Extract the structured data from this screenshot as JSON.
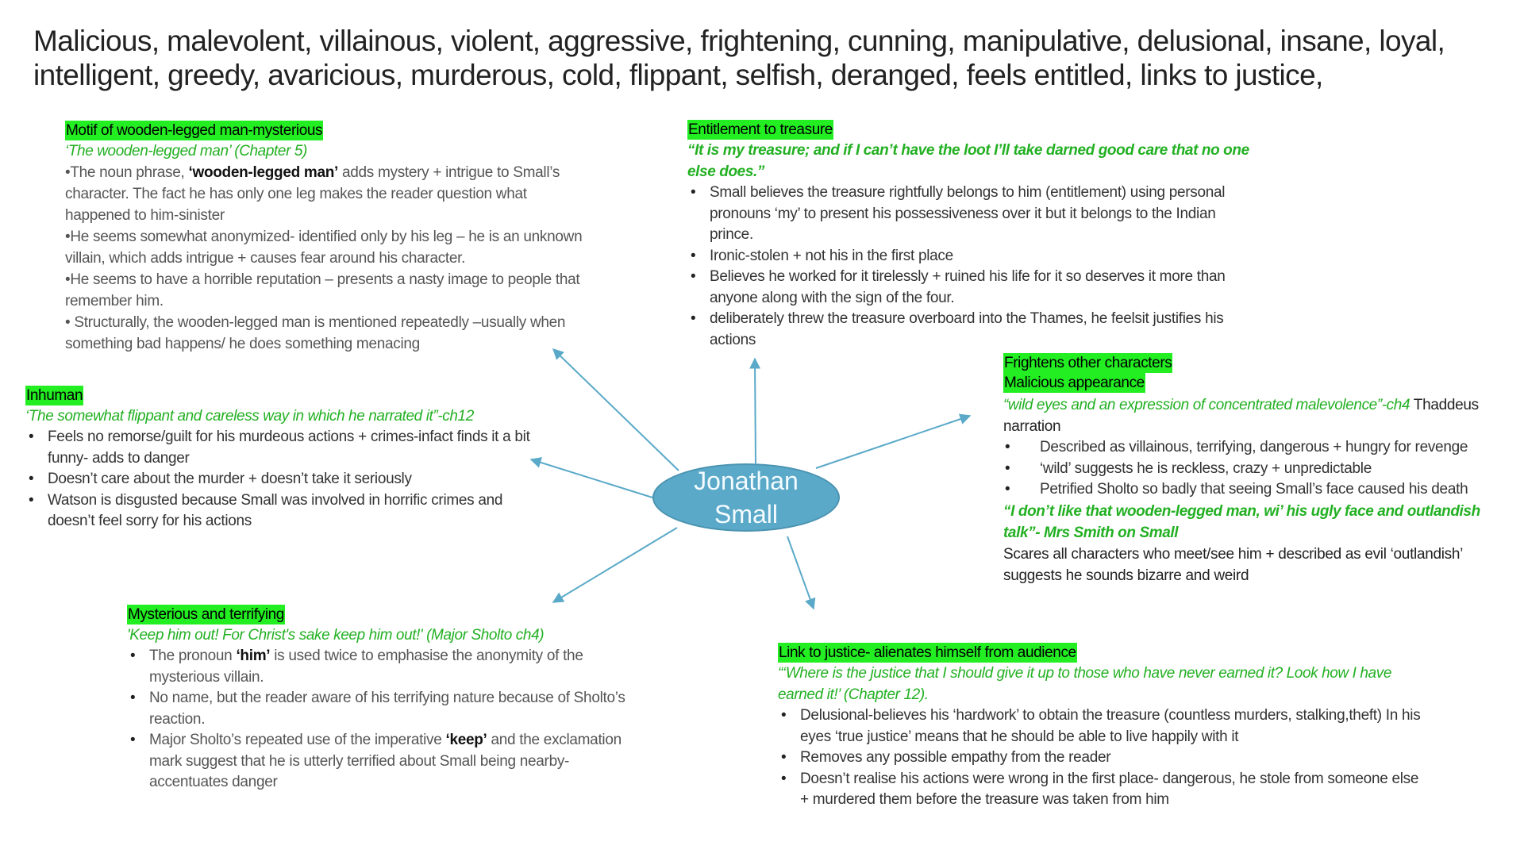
{
  "title": "Malicious, malevolent, villainous, violent, aggressive, frightening, cunning, manipulative, delusional, insane, loyal, intelligent, greedy, avaricious, murderous, cold, flippant, selfish, deranged, feels entitled, links to justice,",
  "center": {
    "line1": "Jonathan",
    "line2": "Small"
  },
  "motif": {
    "header": "Motif of wooden-legged man-mysterious",
    "quote": "‘The wooden-legged man’ (Chapter 5)",
    "bullets": [
      {
        "pre": "•The noun phrase, ",
        "hl": "‘wooden-legged man’",
        "post": " adds mystery + intrigue to Small’s character. The fact he has only one leg makes the reader question what happened to him-sinister"
      },
      {
        "pre": "•He seems somewhat anonymized- identified only by his leg – he is an unknown villain, which adds intrigue + causes fear around his character.",
        "hl": "",
        "post": ""
      },
      {
        "pre": "•He seems to have a horrible reputation – presents a nasty image to people that remember him.",
        "hl": "",
        "post": ""
      },
      {
        "pre": "• Structurally, the wooden-legged man is mentioned repeatedly –usually when something bad happens/ he does something menacing",
        "hl": "",
        "post": ""
      }
    ]
  },
  "entitlement": {
    "header": "Entitlement to treasure",
    "quote": "“It is my treasure; and if I can’t have the loot I’ll take darned good care that no one else does.”",
    "bullets": [
      "Small believes the treasure rightfully belongs to him (entitlement)  using personal pronouns ‘my’ to present his possessiveness over it  but it belongs to the Indian prince.",
      "Ironic-stolen + not his in the first place",
      " Believes he worked for it tirelessly + ruined his life for it so deserves it more than anyone along with the sign of the four.",
      "deliberately threw the treasure overboard into the Thames, he feelsit justifies his actions"
    ]
  },
  "inhuman": {
    "header": "Inhuman",
    "quote": "‘The somewhat flippant and careless way in which he narrated it”-ch12",
    "bullets": [
      "Feels no remorse/guilt for his murdeous actions + crimes-infact finds it a bit funny- adds to danger",
      "Doesn’t care about the murder + doesn’t take it seriously",
      "Watson is disgusted because Small was involved in horrific crimes and doesn’t feel sorry for his actions"
    ]
  },
  "frightens": {
    "header1": "Frightens other characters",
    "header2": "Malicious appearance",
    "quote1": "“wild eyes and an expression of concentrated malevolence”-ch4",
    "quote1_after": " Thaddeus narration",
    "bullets": [
      "Described as villainous, terrifying, dangerous + hungry for revenge",
      "‘wild’ suggests he is reckless, crazy + unpredictable",
      "Petrified Sholto so badly that seeing Small’s face caused his death"
    ],
    "quote2": "“I don’t like that wooden-legged man, wi’ his ugly face and outlandish talk”- Mrs Smith on Small",
    "closing": "Scares all characters who meet/see him + described as evil ‘outlandish’ suggests he sounds bizarre and weird"
  },
  "mysterious": {
    "header": "Mysterious and terrifying",
    "quote_main": "'Keep him out! For Christ's sake keep him out!'",
    "quote_src": " (Major Sholto ch4)",
    "bullets": [
      {
        "pre": "The pronoun ",
        "hl": "‘him’",
        "post": " is used twice to emphasise the anonymity of the mysterious villain."
      },
      {
        "pre": "No name, but the reader aware of his terrifying nature because of Sholto’s reaction.",
        "hl": "",
        "post": ""
      },
      {
        "pre": "Major Sholto’s repeated use of the imperative ",
        "hl": "‘keep’",
        "post": " and the exclamation mark suggest that he is utterly terrified about Small being nearby-accentuates danger"
      }
    ]
  },
  "justice": {
    "header": "Link to justice- alienates himself from audience",
    "quote_main": "“‘Where is the justice that I should give it up to those who have never earned it? Look how I have earned it!’",
    "quote_src": " (Chapter 12).",
    "bullets": [
      "Delusional-believes his ‘hardwork’ to obtain the treasure (countless murders, stalking,theft) In his eyes ‘true justice’ means that he should be able to live happily with it",
      "Removes any possible empathy from the reader",
      "Doesn’t realise his actions were wrong in the first place- dangerous, he stole from someone else + murdered them  before the treasure was taken from him"
    ]
  },
  "colors": {
    "highlight": "#22ee22",
    "quote": "#22b022",
    "node": "#5aa9c8",
    "arrow": "#5aa9c8"
  }
}
